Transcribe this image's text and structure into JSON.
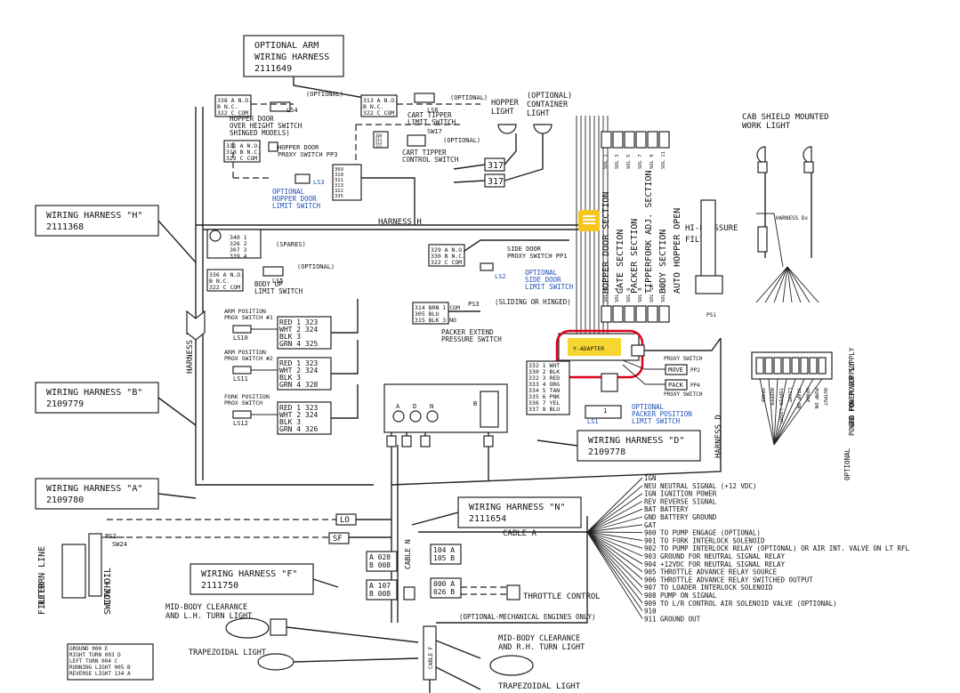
{
  "title_opt_arm": [
    "OPTIONAL ARM",
    "WIRING HARNESS",
    "2111649"
  ],
  "harness_h": [
    "WIRING HARNESS \"H\"",
    "2111368"
  ],
  "harness_b": [
    "WIRING HARNESS \"B\"",
    "2109779"
  ],
  "harness_a": [
    "WIRING HARNESS \"A\"",
    "2109780"
  ],
  "harness_f": [
    "WIRING HARNESS \"F\"",
    "2111750"
  ],
  "harness_n": [
    "WIRING HARNESS \"N\"",
    "2111654"
  ],
  "harness_d": [
    "WIRING HARNESS \"D\"",
    "2109778"
  ],
  "labels": {
    "optional": "(OPTIONAL)",
    "spares": "(SPARES)",
    "harness_h_line": "HARNESS H",
    "harness_b_line": "HARNESS B",
    "harness_d_line": "HARNESS D",
    "cable_a": "CABLE A",
    "cable_n": "CABLE N",
    "lo": "LO",
    "sf": "SF",
    "sliding": "(SLIDING OR HINGED)",
    "ls4": "LS4",
    "ls4_desc": [
      "HOPPER DOOR",
      "OVER HEIGHT SWITCH",
      "SHINGED MODELS)"
    ],
    "ls6": "LS6",
    "ls6_desc": [
      "CART TIPPER",
      "LIMIT SWITCH"
    ],
    "sw17": "SW17",
    "sw17_desc": [
      "CART TIPPER",
      "CONTROL SWITCH"
    ],
    "pp3": "HOPPER DOOR",
    "pp3_2": "PROXY SWITCH PP3",
    "ls3": "LS3",
    "ls3_desc": [
      "OPTIONAL",
      "HOPPER DOOR",
      "LIMIT SWITCH"
    ],
    "hopper_light": [
      "HOPPER",
      "LIGHT"
    ],
    "container_light": [
      "(OPTIONAL)",
      "CONTAINER",
      "LIGHT"
    ],
    "wire317": "317",
    "side_door": [
      "SIDE DOOR",
      "PROXY SWITCH PP1"
    ],
    "ls2": "LS2",
    "ls2_desc": [
      "OPTIONAL",
      "SIDE DOOR",
      "LIMIT SWITCH"
    ],
    "ls5": "LS5",
    "ls5_desc": [
      "BODY UP",
      "LIMIT SWITCH"
    ],
    "ps3": "PS3",
    "ps3_desc": [
      "PACKER EXTEND",
      "PRESSURE SWITCH"
    ],
    "arm1": [
      "ARM POSITION",
      "PROX SWITCH #1"
    ],
    "arm2": [
      "ARM POSITION",
      "PROX SWITCH #2"
    ],
    "fork": [
      "FORK POSITION",
      "PROX SWITCH"
    ],
    "ls10": "LS10",
    "ls11": "LS11",
    "ls12": "LS12",
    "cab_shield": [
      "CAB SHIELD MOUNTED",
      "WORK LIGHT"
    ],
    "hi_pressure": [
      "HI-PRESSURE",
      "FILTER"
    ],
    "ps1": "PS1",
    "harness_dx": "HARNESS Dx",
    "y_adapter": "Y-ADAPTER",
    "proxy_switch": "PROXY SWITCH",
    "move": "MOVE",
    "pp2": "PP2",
    "pack": "PACK",
    "pp4": "PP4",
    "ls1": "LS1",
    "ls1_desc": [
      "OPTIONAL",
      "PACKER POSITION",
      "LIMIT SWITCH"
    ],
    "throttle": "THROTTLE CONTROL",
    "throttle_opt": "(OPTIONAL-MECHANICAL ENGINES ONLY)",
    "mid_lh": [
      "MID-BODY CLEARANCE",
      "AND L.H. TURN LIGHT"
    ],
    "mid_rh": [
      "MID-BODY CLEARANCE",
      "AND R.H. TURN LIGHT"
    ],
    "trap1": "TRAPEZOIDAL LIGHT",
    "trap2": "TRAPEZOIDAL LIGHT",
    "return_filter": [
      "RETURN LINE",
      "FILTER"
    ],
    "low_oil": [
      "LOW OIL",
      "SWITCH"
    ],
    "ps2": "PS2",
    "sw24": "SW24",
    "grd_power": [
      "GRD POWER SUPPLY",
      "POWER FOR POWER SUPPLY"
    ],
    "optional_v": "OPTIONAL"
  },
  "sections": [
    "HOPPER DOOR SECTION",
    "GATE SECTION",
    "PACKER SECTION",
    "TIPPERFORK ADJ. SECTION",
    "BODY SECTION",
    "AUTO HOPPER OPEN"
  ],
  "cable_a_wires": [
    "IGN",
    "NEU NEUTRAL SIGNAL (+12 VDC)",
    "IGN IGNITION POWER",
    "REV REVERSE SIGNAL",
    "BAT BATTERY",
    "GND BATTERY GROUND",
    "GAT",
    "900  TO PUMP ENGAGE (OPTIONAL)",
    "901  TO FORK INTERLOCK SOLENOID",
    "902  TO PUMP INTERLOCK RELAY (OPTIONAL) OR AIR INT. VALVE ON LT RFL",
    "903  GROUND FOR NEUTRAL SIGNAL RELAY",
    "904  +12VDC FOR NEUTRAL SIGNAL RELAY",
    "905  THROTTLE ADVANCE RELAY SOURCE",
    "906  THROTTLE ADVANCE RELAY SWITCHED OUTPUT",
    "907  TO LOADER INTERLOCK SOLENOID",
    "908  PUMP ON SIGNAL",
    "909  TO L/R CONTROL AIR SOLENOID VALVE (OPTIONAL)",
    "910",
    "911  GROUND OUT"
  ],
  "arm1_rows": [
    [
      "RED",
      "1",
      "323"
    ],
    [
      "WHT",
      "2",
      "324"
    ],
    [
      "BLK",
      "3",
      ""
    ],
    [
      "GRN",
      "4",
      "325"
    ]
  ],
  "arm2_rows": [
    [
      "RED",
      "1",
      "323"
    ],
    [
      "WHT",
      "2",
      "324"
    ],
    [
      "BLK",
      "3",
      ""
    ],
    [
      "GRN",
      "4",
      "328"
    ]
  ],
  "fork_rows": [
    [
      "RED",
      "1",
      "323"
    ],
    [
      "WHT",
      "2",
      "324"
    ],
    [
      "BLK",
      "3",
      ""
    ],
    [
      "GRN",
      "4",
      "326"
    ]
  ],
  "pp_rows": [
    [
      "332",
      "1",
      "WHT"
    ],
    [
      "330",
      "2",
      "BLK"
    ],
    [
      "332",
      "3",
      "RED"
    ],
    [
      "333",
      "4",
      "ORG"
    ],
    [
      "334",
      "5",
      "TAN"
    ],
    [
      "335",
      "6",
      "PNK"
    ],
    [
      "336",
      "7",
      "YEL"
    ],
    [
      "337",
      "8",
      "BLU"
    ]
  ],
  "ls4_rows": [
    [
      "338",
      "A",
      "N.O."
    ],
    [
      "",
      "B",
      "N.C."
    ],
    [
      "322",
      "C",
      "COM"
    ]
  ],
  "ls6_rows": [
    [
      "313",
      "A",
      "N.O."
    ],
    [
      "",
      "B",
      "N.C."
    ],
    [
      "322",
      "C",
      "COM"
    ]
  ],
  "pp3_rows": [
    [
      "331",
      "A",
      "N.O."
    ],
    [
      "318",
      "B",
      "N.C."
    ],
    [
      "322",
      "C",
      "COM"
    ]
  ],
  "sd_rows": [
    [
      "329",
      "A",
      "N.O."
    ],
    [
      "330",
      "B",
      "N.C."
    ],
    [
      "322",
      "C",
      "COM"
    ]
  ],
  "ls5_rows": [
    [
      "336",
      "A",
      "N.O."
    ],
    [
      "",
      "B",
      "N.C."
    ],
    [
      "322",
      "C",
      "COM"
    ]
  ],
  "ps3_rows": [
    [
      "314",
      "BRN 1",
      "COM"
    ],
    [
      "305",
      "BLU",
      ""
    ],
    [
      "315",
      "BLK 3",
      "NO"
    ]
  ],
  "spare_rows": [
    [
      "340",
      "1"
    ],
    [
      "326",
      "2"
    ],
    [
      "307",
      "3"
    ],
    [
      "339",
      "4"
    ]
  ],
  "sw17_rows": [
    "309",
    "311",
    "313",
    "322"
  ],
  "top_wires": [
    "309",
    "310",
    "311",
    "313",
    "322",
    "335"
  ],
  "box_a": [
    [
      "A",
      "028"
    ],
    [
      "B",
      "008"
    ]
  ],
  "box_b": [
    [
      "A",
      "107"
    ],
    [
      "B",
      "008"
    ]
  ],
  "box_c": [
    [
      "104",
      "A"
    ],
    [
      "105",
      "B"
    ]
  ],
  "box_d": [
    [
      "000",
      "A"
    ],
    [
      "026",
      "B"
    ]
  ],
  "conn_letters": [
    "A",
    "D",
    "N",
    "B"
  ],
  "sol_top": [
    "SOL 1",
    "SOL 3",
    "SOL 5",
    "SOL 7",
    "SOL 9",
    "SOL 11"
  ],
  "sol_bot": [
    "SOL 2",
    "SOL 4",
    "SOL 6",
    "SOL 8",
    "SOL 10",
    "SOL 12"
  ],
  "power_cols": [
    "SPARE",
    "HOPPER",
    "TOPPER LIGHT",
    "LIGHT",
    "TRAP ON",
    "SPARE",
    "PUMP ON",
    "OUTPUT"
  ],
  "light_table": [
    [
      "GROUND",
      "000",
      "E"
    ],
    [
      "RIGHT TURN",
      "003",
      "D"
    ],
    [
      "LEFT TURN",
      "004",
      "C"
    ],
    [
      "RUNNING LIGHT",
      "005",
      "B"
    ],
    [
      "REVERSE LIGHT",
      "134",
      "A"
    ]
  ],
  "colors": {
    "annotation": "#e0001a",
    "highlight": "#f7d21c",
    "blue": "#1d4fb8"
  }
}
